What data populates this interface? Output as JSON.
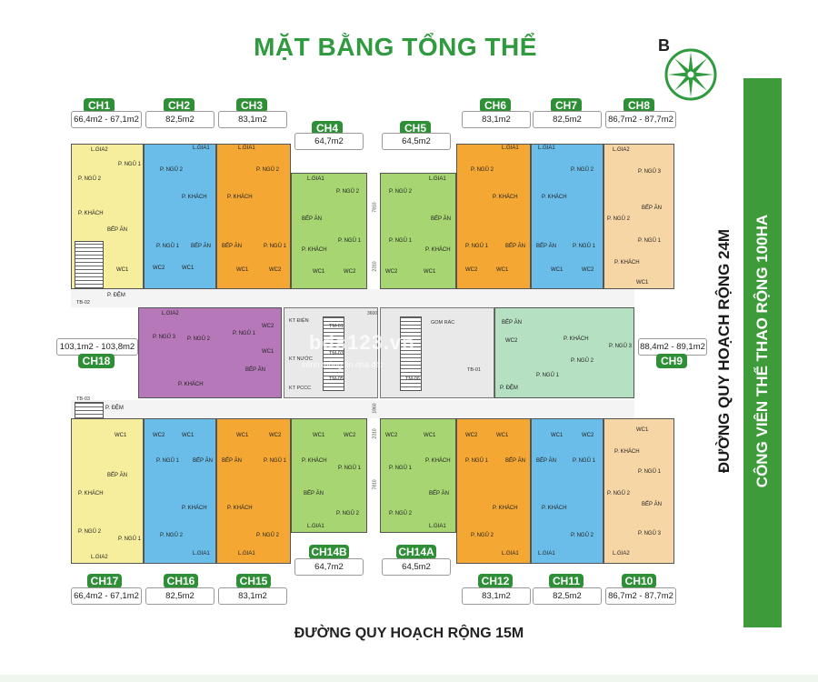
{
  "title": "MẶT BẰNG TỔNG THỂ",
  "compass": {
    "letter": "B",
    "icon": "compass-rose-icon"
  },
  "roads": {
    "right": "ĐƯỜNG QUY HOẠCH RỘNG 24M",
    "bottom": "ĐƯỜNG QUY HOẠCH RỘNG 15M",
    "park": "CÔNG VIÊN THỂ THAO RỘNG 100HA"
  },
  "colors": {
    "yellow": "#f6ee9c",
    "blue": "#6bbde9",
    "orange": "#f5a733",
    "green": "#a6d572",
    "peach": "#f7d6a6",
    "purple": "#b678b8",
    "mint": "#b5e0c2",
    "accent": "#2f9a3e"
  },
  "apartments": [
    {
      "id": "CH1",
      "label": "CH1",
      "area": "66,4m2 - 67,1m2"
    },
    {
      "id": "CH2",
      "label": "CH2",
      "area": "82,5m2"
    },
    {
      "id": "CH3",
      "label": "CH3",
      "area": "83,1m2"
    },
    {
      "id": "CH4",
      "label": "CH4",
      "area": "64,7m2"
    },
    {
      "id": "CH5",
      "label": "CH5",
      "area": "64,5m2"
    },
    {
      "id": "CH6",
      "label": "CH6",
      "area": "83,1m2"
    },
    {
      "id": "CH7",
      "label": "CH7",
      "area": "82,5m2"
    },
    {
      "id": "CH8",
      "label": "CH8",
      "area": "86,7m2 - 87,7m2"
    },
    {
      "id": "CH18",
      "label": "CH18",
      "area": "103,1m2 - 103,8m2"
    },
    {
      "id": "CH9",
      "label": "CH9",
      "area": "88,4m2 - 89,1m2"
    },
    {
      "id": "CH17",
      "label": "CH17",
      "area": "66,4m2 - 67,1m2"
    },
    {
      "id": "CH16",
      "label": "CH16",
      "area": "82,5m2"
    },
    {
      "id": "CH15",
      "label": "CH15",
      "area": "83,1m2"
    },
    {
      "id": "CH14B",
      "label": "CH14B",
      "area": "64,7m2"
    },
    {
      "id": "CH14A",
      "label": "CH14A",
      "area": "64,5m2"
    },
    {
      "id": "CH12",
      "label": "CH12",
      "area": "83,1m2"
    },
    {
      "id": "CH11",
      "label": "CH11",
      "area": "82,5m2"
    },
    {
      "id": "CH10",
      "label": "CH10",
      "area": "86,7m2 - 87,7m2"
    }
  ],
  "rooms": {
    "ngu1": "P. NGỦ 1",
    "ngu2": "P. NGỦ 2",
    "ngu3": "P. NGỦ 3",
    "khach": "P. KHÁCH",
    "bep": "BẾP ĂN",
    "wc1": "WC1",
    "wc2": "WC2",
    "lgia1": "L.GIA1",
    "lgia2": "L.GIA2",
    "dem": "P. ĐỆM"
  },
  "core": {
    "kt_dien": "KT ĐIỆN",
    "kt_nuoc": "KT NƯỚC",
    "kt_pccc": "KT PCCC",
    "gom_rac": "GOM RÁC",
    "tm01": "TM-01",
    "tm03": "TM-03",
    "tm05": "TM-05",
    "tm06": "TM-06",
    "tb02": "TB-02",
    "tb03": "TB-03",
    "tb01": "TB-01"
  },
  "dimensions": {
    "d1": "7810",
    "d2": "2310",
    "d3": "3600",
    "d4": "1860",
    "d5": "2310",
    "d6": "7810"
  },
  "watermark": {
    "main": "bds123.vn",
    "sub": "kênh thông tin nhà đất"
  }
}
